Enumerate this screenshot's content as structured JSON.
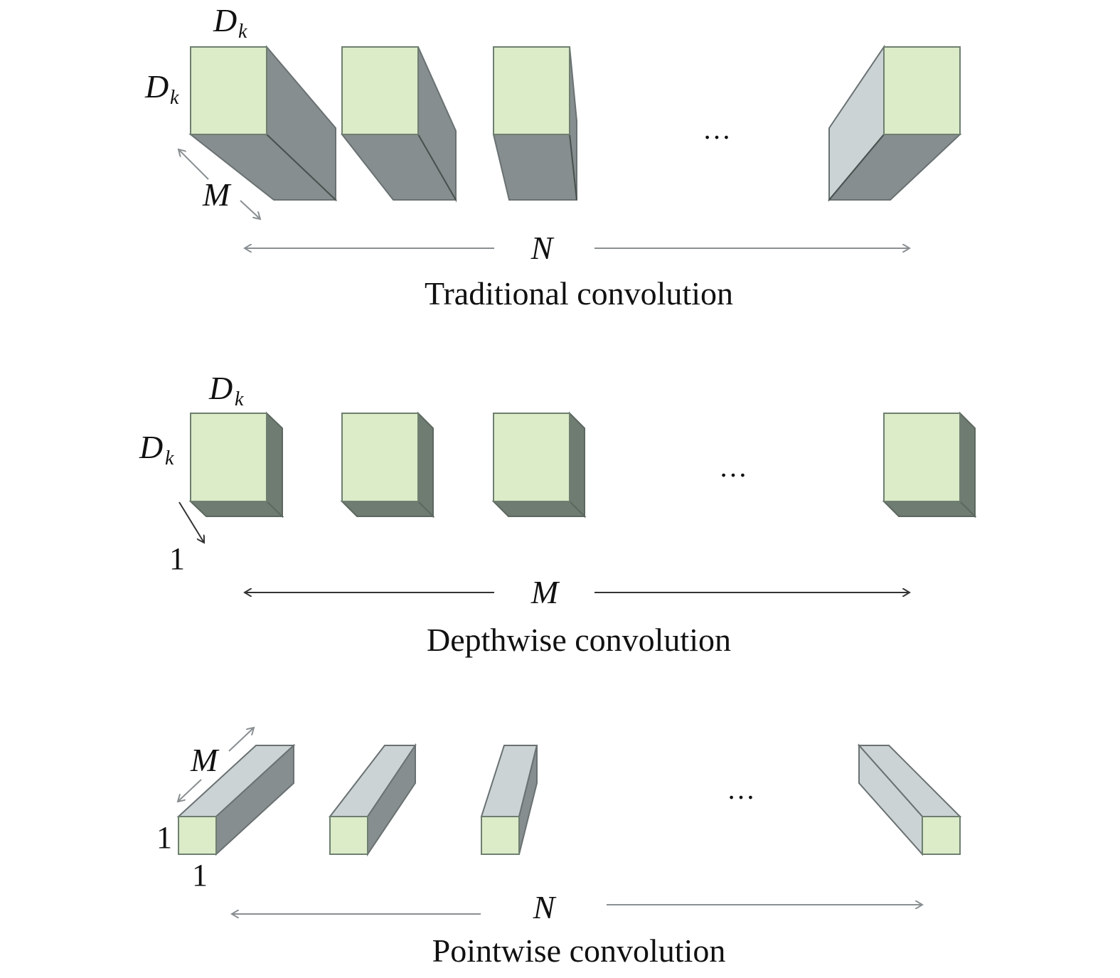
{
  "traditional": {
    "caption": "Traditional convolution",
    "dim_top": {
      "base": "D",
      "sub": "k"
    },
    "dim_left": {
      "base": "D",
      "sub": "k"
    },
    "depth_label": "M",
    "count_label": "N",
    "ellipsis": "…"
  },
  "depthwise": {
    "caption": "Depthwise convolution",
    "dim_top": {
      "base": "D",
      "sub": "k"
    },
    "dim_left": {
      "base": "D",
      "sub": "k"
    },
    "depth_label": "1",
    "count_label": "M",
    "ellipsis": "…"
  },
  "pointwise": {
    "caption": "Pointwise convolution",
    "depth_label": "M",
    "height_label": "1",
    "width_label": "1",
    "count_label": "N",
    "ellipsis": "…"
  },
  "colors": {
    "front_face": "#dcebc8",
    "side_dark": "#878e8f",
    "side_light": "#cbd3d4"
  }
}
